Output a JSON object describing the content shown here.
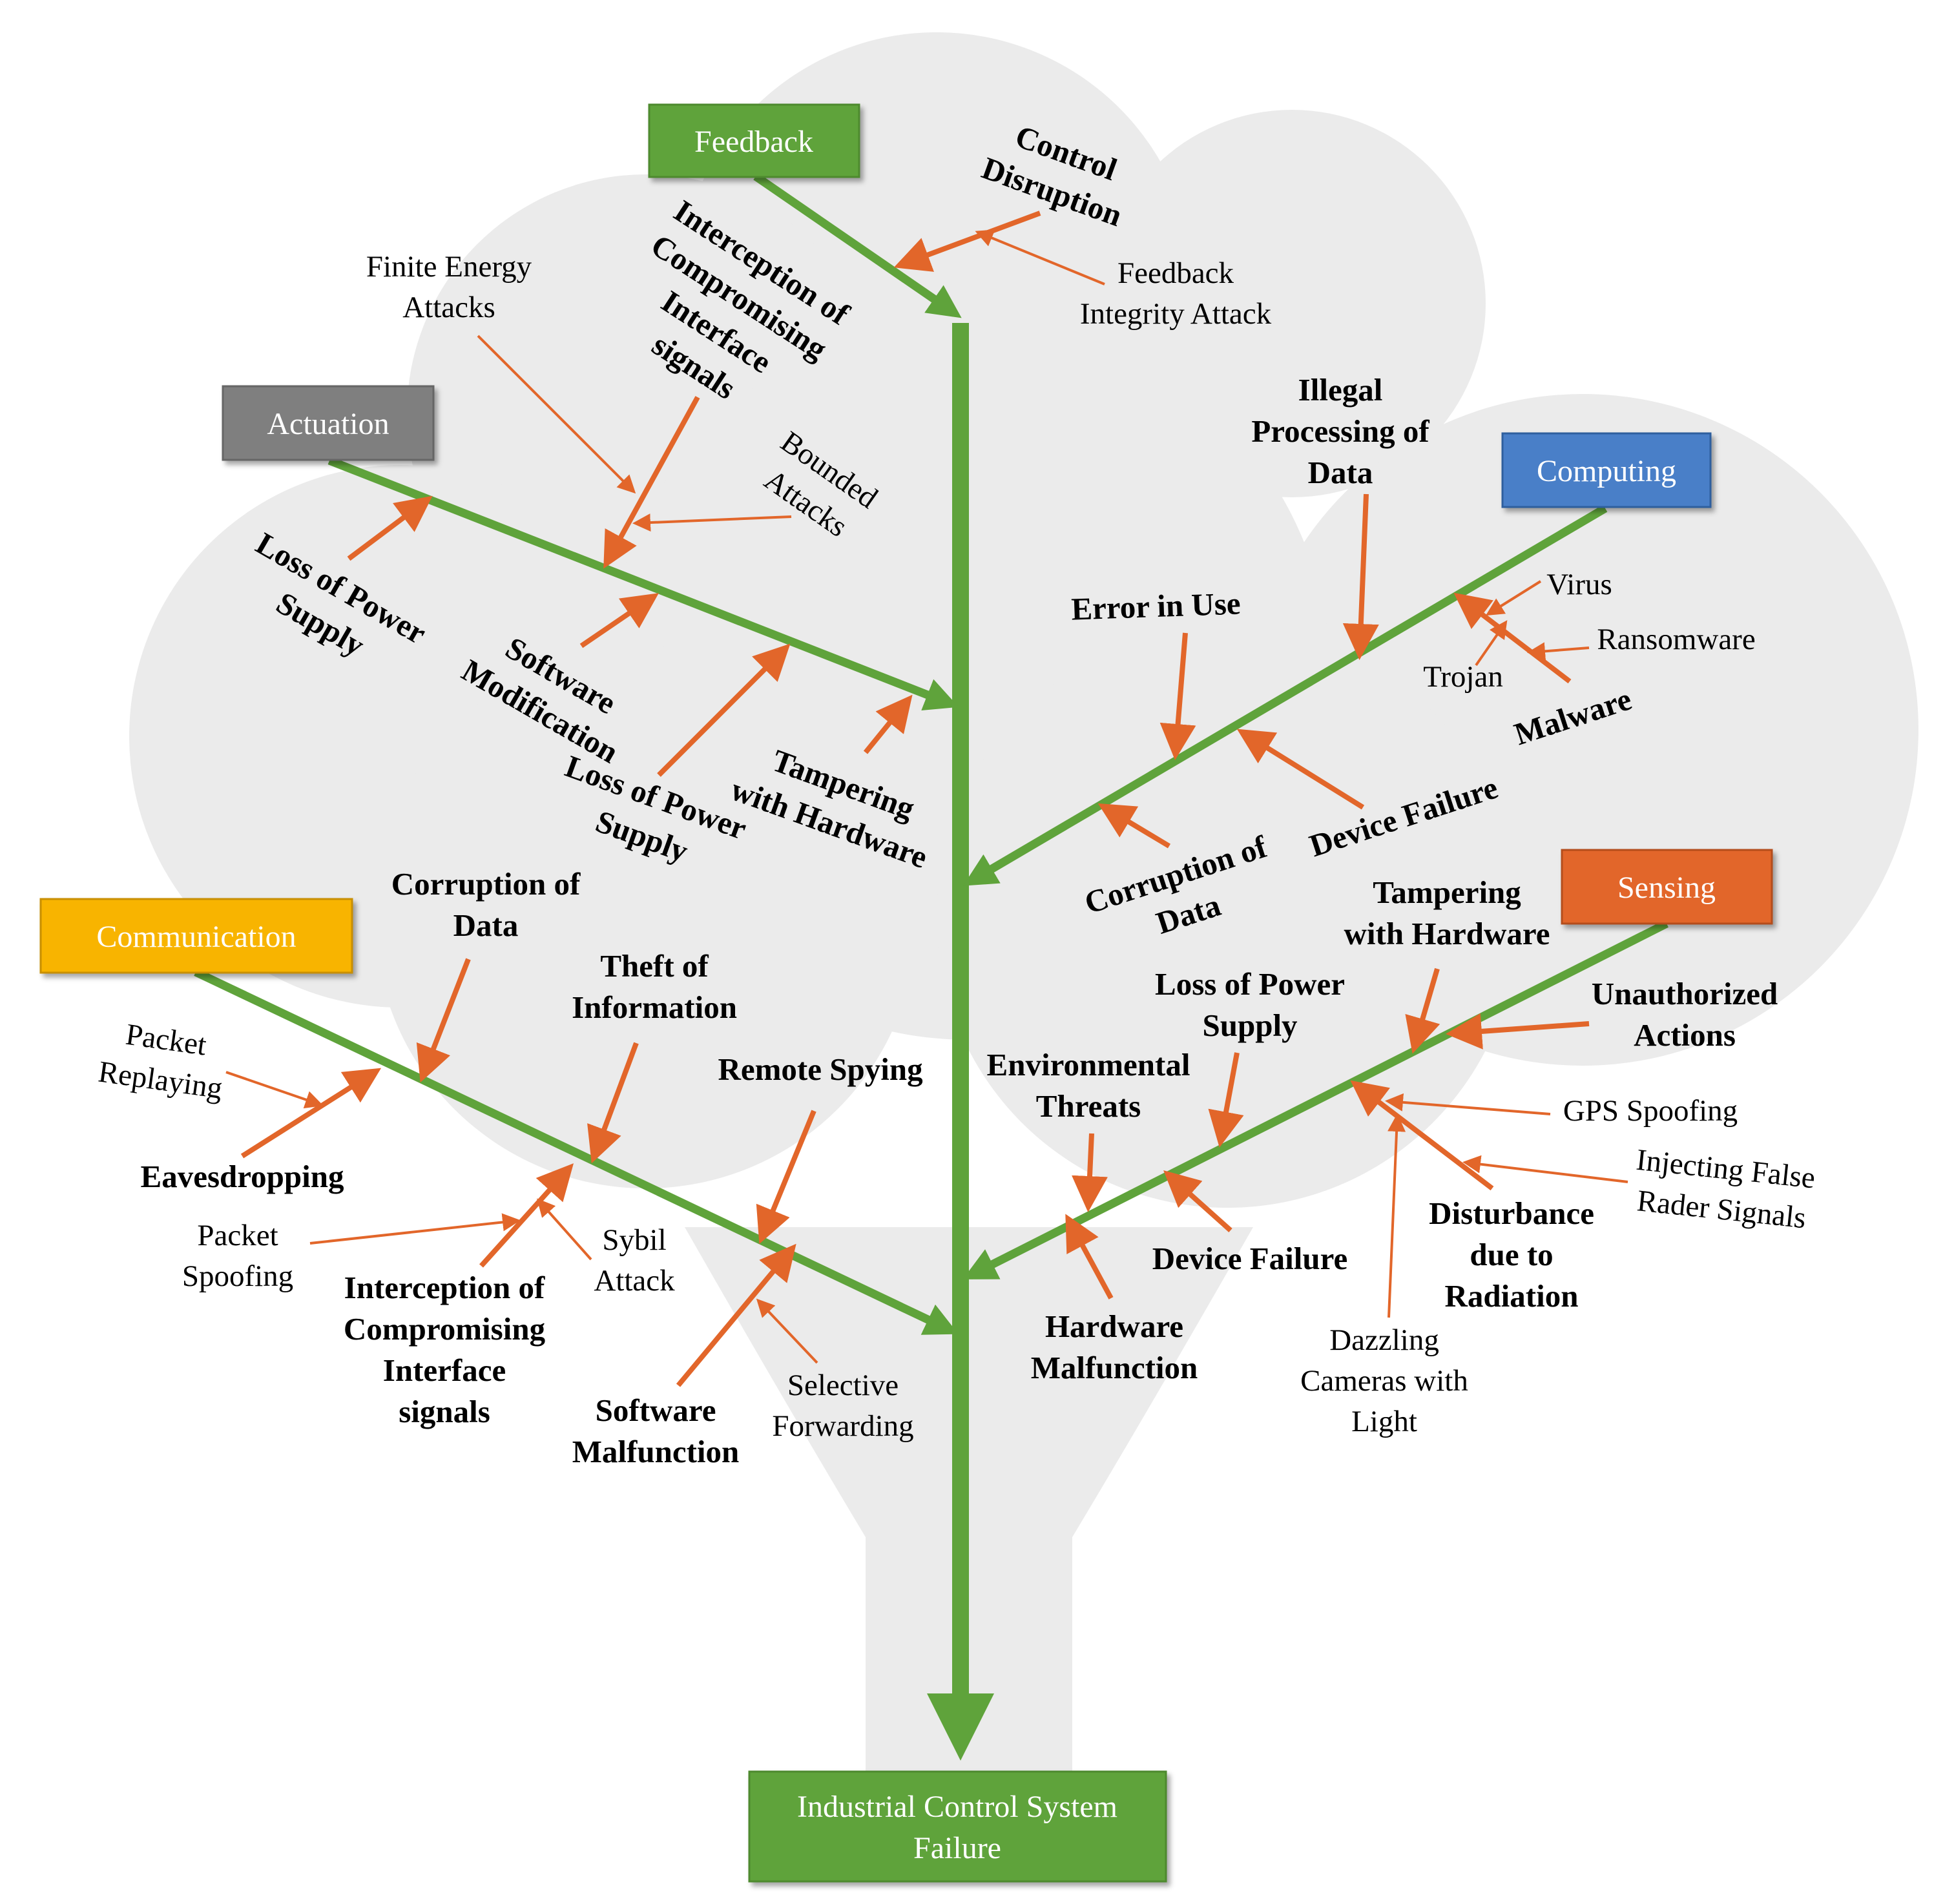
{
  "categories": {
    "feedback": {
      "label": "Feedback",
      "color": "#5fa33b"
    },
    "actuation": {
      "label": "Actuation",
      "color": "#7f7f7f"
    },
    "computing": {
      "label": "Computing",
      "color": "#4a7fc8"
    },
    "communication": {
      "label": "Communication",
      "color": "#f8b400"
    },
    "sensing": {
      "label": "Sensing",
      "color": "#e2662a"
    }
  },
  "result": {
    "line1": "Industrial Control System",
    "line2": "Failure",
    "color": "#5fa33b"
  },
  "colors": {
    "branch": "#5fa33b",
    "arrow": "#e2662a",
    "canopy": "#ebebeb"
  },
  "causes": {
    "control_disruption": [
      "Control",
      "Disruption"
    ],
    "feedback_integrity_attack": [
      "Feedback",
      "Integrity Attack"
    ],
    "finite_energy_attacks": [
      "Finite Energy",
      "Attacks"
    ],
    "interception_feedback": [
      "Interception of",
      "Compromising",
      "Interface",
      "signals"
    ],
    "bounded_attacks": [
      "Bounded",
      "Attacks"
    ],
    "loss_power_act1": [
      "Loss of Power",
      "Supply"
    ],
    "software_modification": [
      "Software",
      "Modification"
    ],
    "loss_power_act2": [
      "Loss of Power",
      "Supply"
    ],
    "tampering_act": [
      "Tampering",
      "with Hardware"
    ],
    "illegal_processing": [
      "Illegal",
      "Processing of",
      "Data"
    ],
    "error_in_use": [
      "Error in Use"
    ],
    "virus": [
      "Virus"
    ],
    "ransomware": [
      "Ransomware"
    ],
    "trojan": [
      "Trojan"
    ],
    "malware": [
      "Malware"
    ],
    "device_failure_comp": [
      "Device Failure"
    ],
    "corruption_comp": [
      "Corruption of",
      "Data"
    ],
    "corruption_comm": [
      "Corruption of",
      "Data"
    ],
    "theft_info": [
      "Theft of",
      "Information"
    ],
    "remote_spying": [
      "Remote Spying"
    ],
    "packet_replaying": [
      "Packet",
      "Replaying"
    ],
    "eavesdropping": [
      "Eavesdropping"
    ],
    "packet_spoofing": [
      "Packet",
      "Spoofing"
    ],
    "sybil_attack": [
      "Sybil",
      "Attack"
    ],
    "interception_comm": [
      "Interception of",
      "Compromising",
      "Interface",
      "signals"
    ],
    "software_malfunction": [
      "Software",
      "Malfunction"
    ],
    "selective_forwarding": [
      "Selective",
      "Forwarding"
    ],
    "tampering_sens": [
      "Tampering",
      "with Hardware"
    ],
    "unauthorized_actions": [
      "Unauthorized",
      "Actions"
    ],
    "loss_power_sens": [
      "Loss of Power",
      "Supply"
    ],
    "environmental_threats": [
      "Environmental",
      "Threats"
    ],
    "gps_spoofing": [
      "GPS Spoofing"
    ],
    "injecting_false": [
      "Injecting False",
      "Rader Signals"
    ],
    "device_failure_sens": [
      "Device Failure"
    ],
    "disturbance_radiation": [
      "Disturbance",
      "due to",
      "Radiation"
    ],
    "hardware_malfunction": [
      "Hardware",
      "Malfunction"
    ],
    "dazzling_cameras": [
      "Dazzling",
      "Cameras with",
      "Light"
    ]
  }
}
